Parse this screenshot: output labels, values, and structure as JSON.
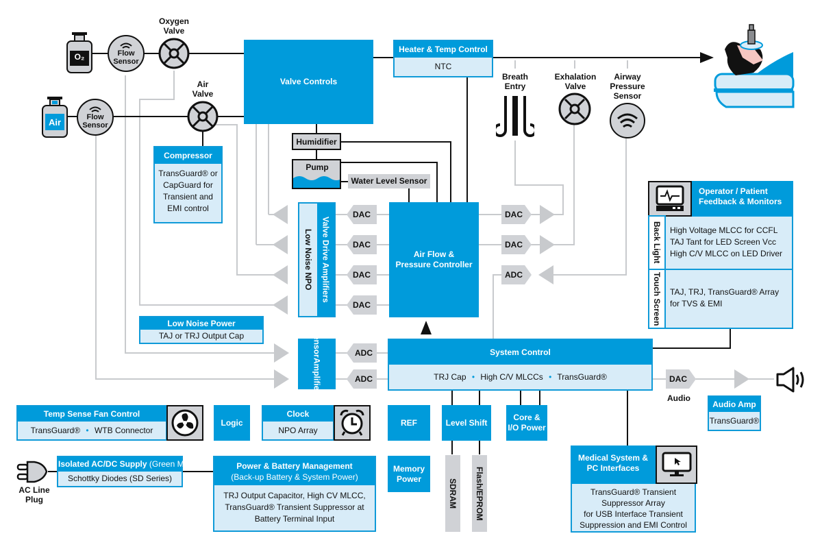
{
  "colors": {
    "brand_blue": "#009bdb",
    "light_blue": "#d8ecf8",
    "gray": "#d0d2d6",
    "wire_gray": "#c8cacd",
    "wire_black": "#111111"
  },
  "gas_inputs": {
    "o2_cylinder": "O₂",
    "air_cylinder": "Air",
    "o2_flow_sensor": [
      "Flow",
      "Sensor"
    ],
    "air_flow_sensor": [
      "Flow",
      "Sensor"
    ],
    "oxygen_valve": [
      "Oxygen",
      "Valve"
    ],
    "air_valve": [
      "Air",
      "Valve"
    ]
  },
  "valve_controls": "Valve Controls",
  "heater": {
    "title": "Heater & Temp Control",
    "body": "NTC"
  },
  "humidifier": "Humidifier",
  "pump": "Pump",
  "water_level_sensor": "Water Level Sensor",
  "compressor": {
    "title": "Compressor",
    "body": [
      "TransGuard® or",
      "CapGuard for",
      "Transient and",
      "EMI control"
    ]
  },
  "patient_side": {
    "breath_entry": [
      "Breath",
      "Entry"
    ],
    "exhalation_valve": [
      "Exhalation",
      "Valve"
    ],
    "airway_pressure_sensor": [
      "Airway",
      "Pressure",
      "Sensor"
    ]
  },
  "valve_drive": {
    "title": "Valve Drive Amplifiers",
    "body": "Low Noise NPO"
  },
  "converters": {
    "dac": "DAC",
    "adc": "ADC"
  },
  "air_flow_controller": [
    "Air Flow &",
    "Pressure Controller"
  ],
  "low_noise_power": {
    "title": "Low Noise Power",
    "body": "TAJ or TRJ Output Cap"
  },
  "sensor_amplifiers": [
    "Sensor",
    "Amplifiers"
  ],
  "system_control": {
    "title": "System Control",
    "items": [
      "TRJ Cap",
      "High C/V MLCCs",
      "TransGuard®"
    ],
    "separator": "•"
  },
  "operator_panel": {
    "title": [
      "Operator / Patient",
      "Feedback & Monitors"
    ],
    "back_light": {
      "label": "Back Light",
      "lines": [
        "High Voltage MLCC for CCFL",
        "TAJ Tant for LED Screen Vcc",
        "High C/V MLCC on LED Driver"
      ]
    },
    "touch_screen": {
      "label": "Touch Screen",
      "lines": [
        "TAJ, TRJ, TransGuard® Array",
        "for TVS & EMI"
      ]
    }
  },
  "audio": {
    "dac_label": "Audio",
    "amp_title": "Audio Amp",
    "amp_body": "TransGuard®"
  },
  "temp_fan": {
    "title": "Temp Sense Fan Control",
    "body": [
      "TransGuard®",
      "WTB Connector"
    ]
  },
  "logic": "Logic",
  "clock": {
    "title": "Clock",
    "body": "NPO Array"
  },
  "ref": "REF",
  "level_shift": "Level Shift",
  "core_io_power": [
    "Core &",
    "I/O Power"
  ],
  "memory_power": [
    "Memory",
    "Power"
  ],
  "sdram": "SDRAM",
  "flash": "Flash/EPROM",
  "ac_plug": [
    "AC Line",
    "Plug"
  ],
  "acdc_supply": {
    "title": "Isolated AC/DC Supply",
    "title_note": "(Green Mode)",
    "body": "Schottky Diodes (SD Series)"
  },
  "power_battery": {
    "title": "Power & Battery Management",
    "subtitle": "(Back-up Battery & System Power)",
    "body": [
      "TRJ Output Capacitor,  High CV MLCC,",
      "TransGuard® Transient Suppressor at",
      "Battery Terminal Input"
    ]
  },
  "medical_pc": {
    "title": [
      "Medical System &",
      "PC Interfaces"
    ],
    "body": [
      "TransGuard® Transient",
      "Suppressor Array",
      "for USB Interface Transient",
      "Suppression and EMI Control"
    ]
  }
}
